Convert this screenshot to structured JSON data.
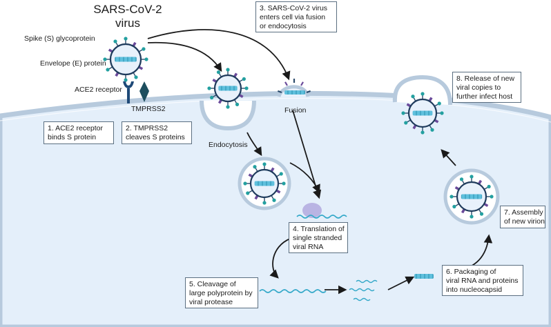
{
  "title": {
    "line1": "SARS-CoV-2",
    "line2": "virus"
  },
  "labels": {
    "spike": "Spike (S) glycoprotein",
    "envelope": "Envelope (E) protein",
    "ace2": "ACE2 receptor",
    "tmprss2": "TMPRSS2",
    "fusion": "Fusion",
    "endocytosis": "Endocytosis"
  },
  "steps": {
    "s1": [
      "1. ACE2 receptor",
      "binds S protein"
    ],
    "s2": [
      "2. TMPRSS2",
      "cleaves S proteins"
    ],
    "s3": [
      "3. SARS-CoV-2 virus",
      "enters cell via fusion",
      "or endocytosis"
    ],
    "s4": [
      "4. Translation of",
      "single stranded",
      "viral RNA"
    ],
    "s5": [
      "5. Cleavage of",
      "large polyprotein by",
      "viral protease"
    ],
    "s6": [
      "6. Packaging of",
      "viral RNA and proteins",
      "into nucleocapsid"
    ],
    "s7": [
      "7. Assembly",
      "of new virion"
    ],
    "s8": [
      "8. Release of new",
      "viral copies to",
      "further infect host"
    ]
  },
  "colors": {
    "cell_fill": "#e4effa",
    "membrane": "#b7cadd",
    "membrane_inner": "#cfe0f0",
    "virus_fill": "#e8f1fb",
    "virus_ring": "#1f3b5c",
    "spike_stem": "#2a4a6a",
    "spike_head": "#23a0a0",
    "envelope_protein": "#6a4a9a",
    "rna": "#35a9c9",
    "ribosome": "#b9b4e3",
    "arrow": "#1a1a1a",
    "ace2": "#1f4a78",
    "tmprss2": "#1d4e5e"
  },
  "icons": [
    "virus-icon",
    "ace2-receptor-icon",
    "tmprss2-icon",
    "rna-strand-icon",
    "ribosome-icon",
    "arrow-icon"
  ]
}
